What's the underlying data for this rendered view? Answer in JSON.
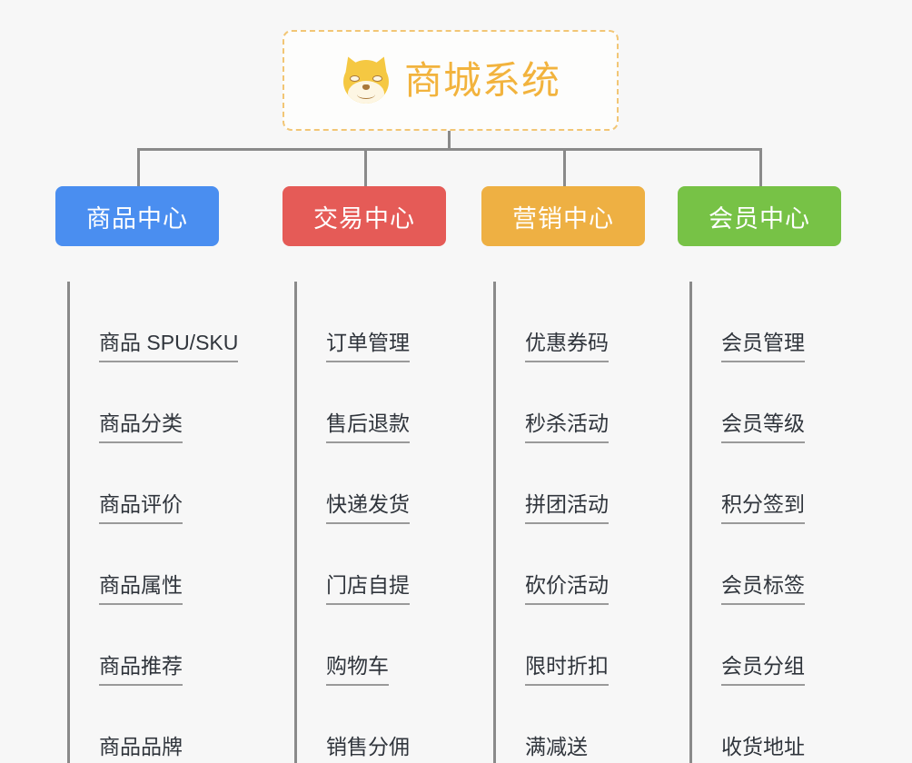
{
  "root": {
    "title": "商城系统",
    "icon": "shiba-dog-icon",
    "border_color": "#f2c675",
    "text_color": "#f2b33d",
    "background": "#fdfdfc"
  },
  "canvas": {
    "background": "#f7f7f7",
    "connector_color": "#8a8a8a"
  },
  "columns": [
    {
      "label": "商品中心",
      "color": "#4a8ef0",
      "items": [
        "商品 SPU/SKU",
        "商品分类",
        "商品评价",
        "商品属性",
        "商品推荐",
        "商品品牌"
      ]
    },
    {
      "label": "交易中心",
      "color": "#e55b57",
      "items": [
        "订单管理",
        "售后退款",
        "快递发货",
        "门店自提",
        "购物车",
        "销售分佣"
      ]
    },
    {
      "label": "营销中心",
      "color": "#eeb043",
      "items": [
        "优惠券码",
        "秒杀活动",
        "拼团活动",
        "砍价活动",
        "限时折扣",
        "满减送"
      ]
    },
    {
      "label": "会员中心",
      "color": "#77c246",
      "items": [
        "会员管理",
        "会员等级",
        "积分签到",
        "会员标签",
        "会员分组",
        "收货地址"
      ]
    }
  ]
}
